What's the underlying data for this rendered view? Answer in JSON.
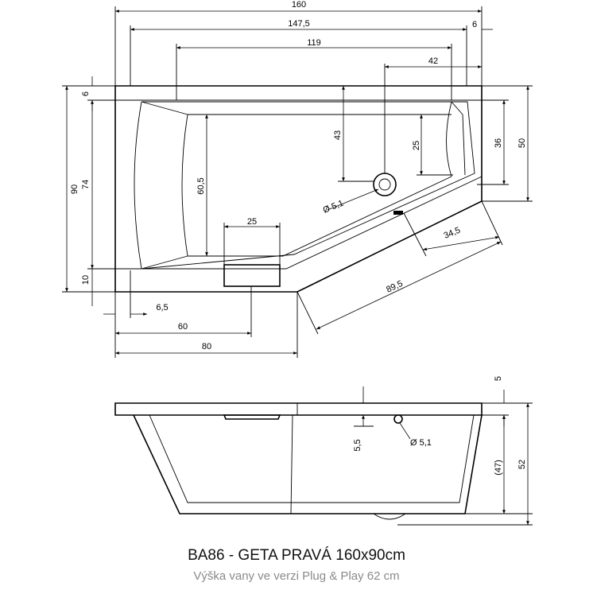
{
  "dims": {
    "w160": "160",
    "w147_5": "147,5",
    "w6": "6",
    "w119": "119",
    "w42": "42",
    "h90": "90",
    "h74": "74",
    "h10": "10",
    "h6": "6",
    "h43": "43",
    "h25": "25",
    "h36": "36",
    "h50": "50",
    "h60_5": "60,5",
    "d5_1": "Ø 5,1",
    "w25": "25",
    "w6_5": "6,5",
    "w60": "60",
    "w80": "80",
    "a34_5": "34,5",
    "a89_5": "89,5",
    "s5": "5",
    "s5_5": "5,5",
    "s47": "(47)",
    "s52": "52",
    "s_d5_1": "Ø 5,1"
  },
  "caption": {
    "title": "BA86 - GETA PRAVÁ 160x90cm",
    "subtitle": "Výška vany ve verzi Plug & Play 62 cm"
  }
}
